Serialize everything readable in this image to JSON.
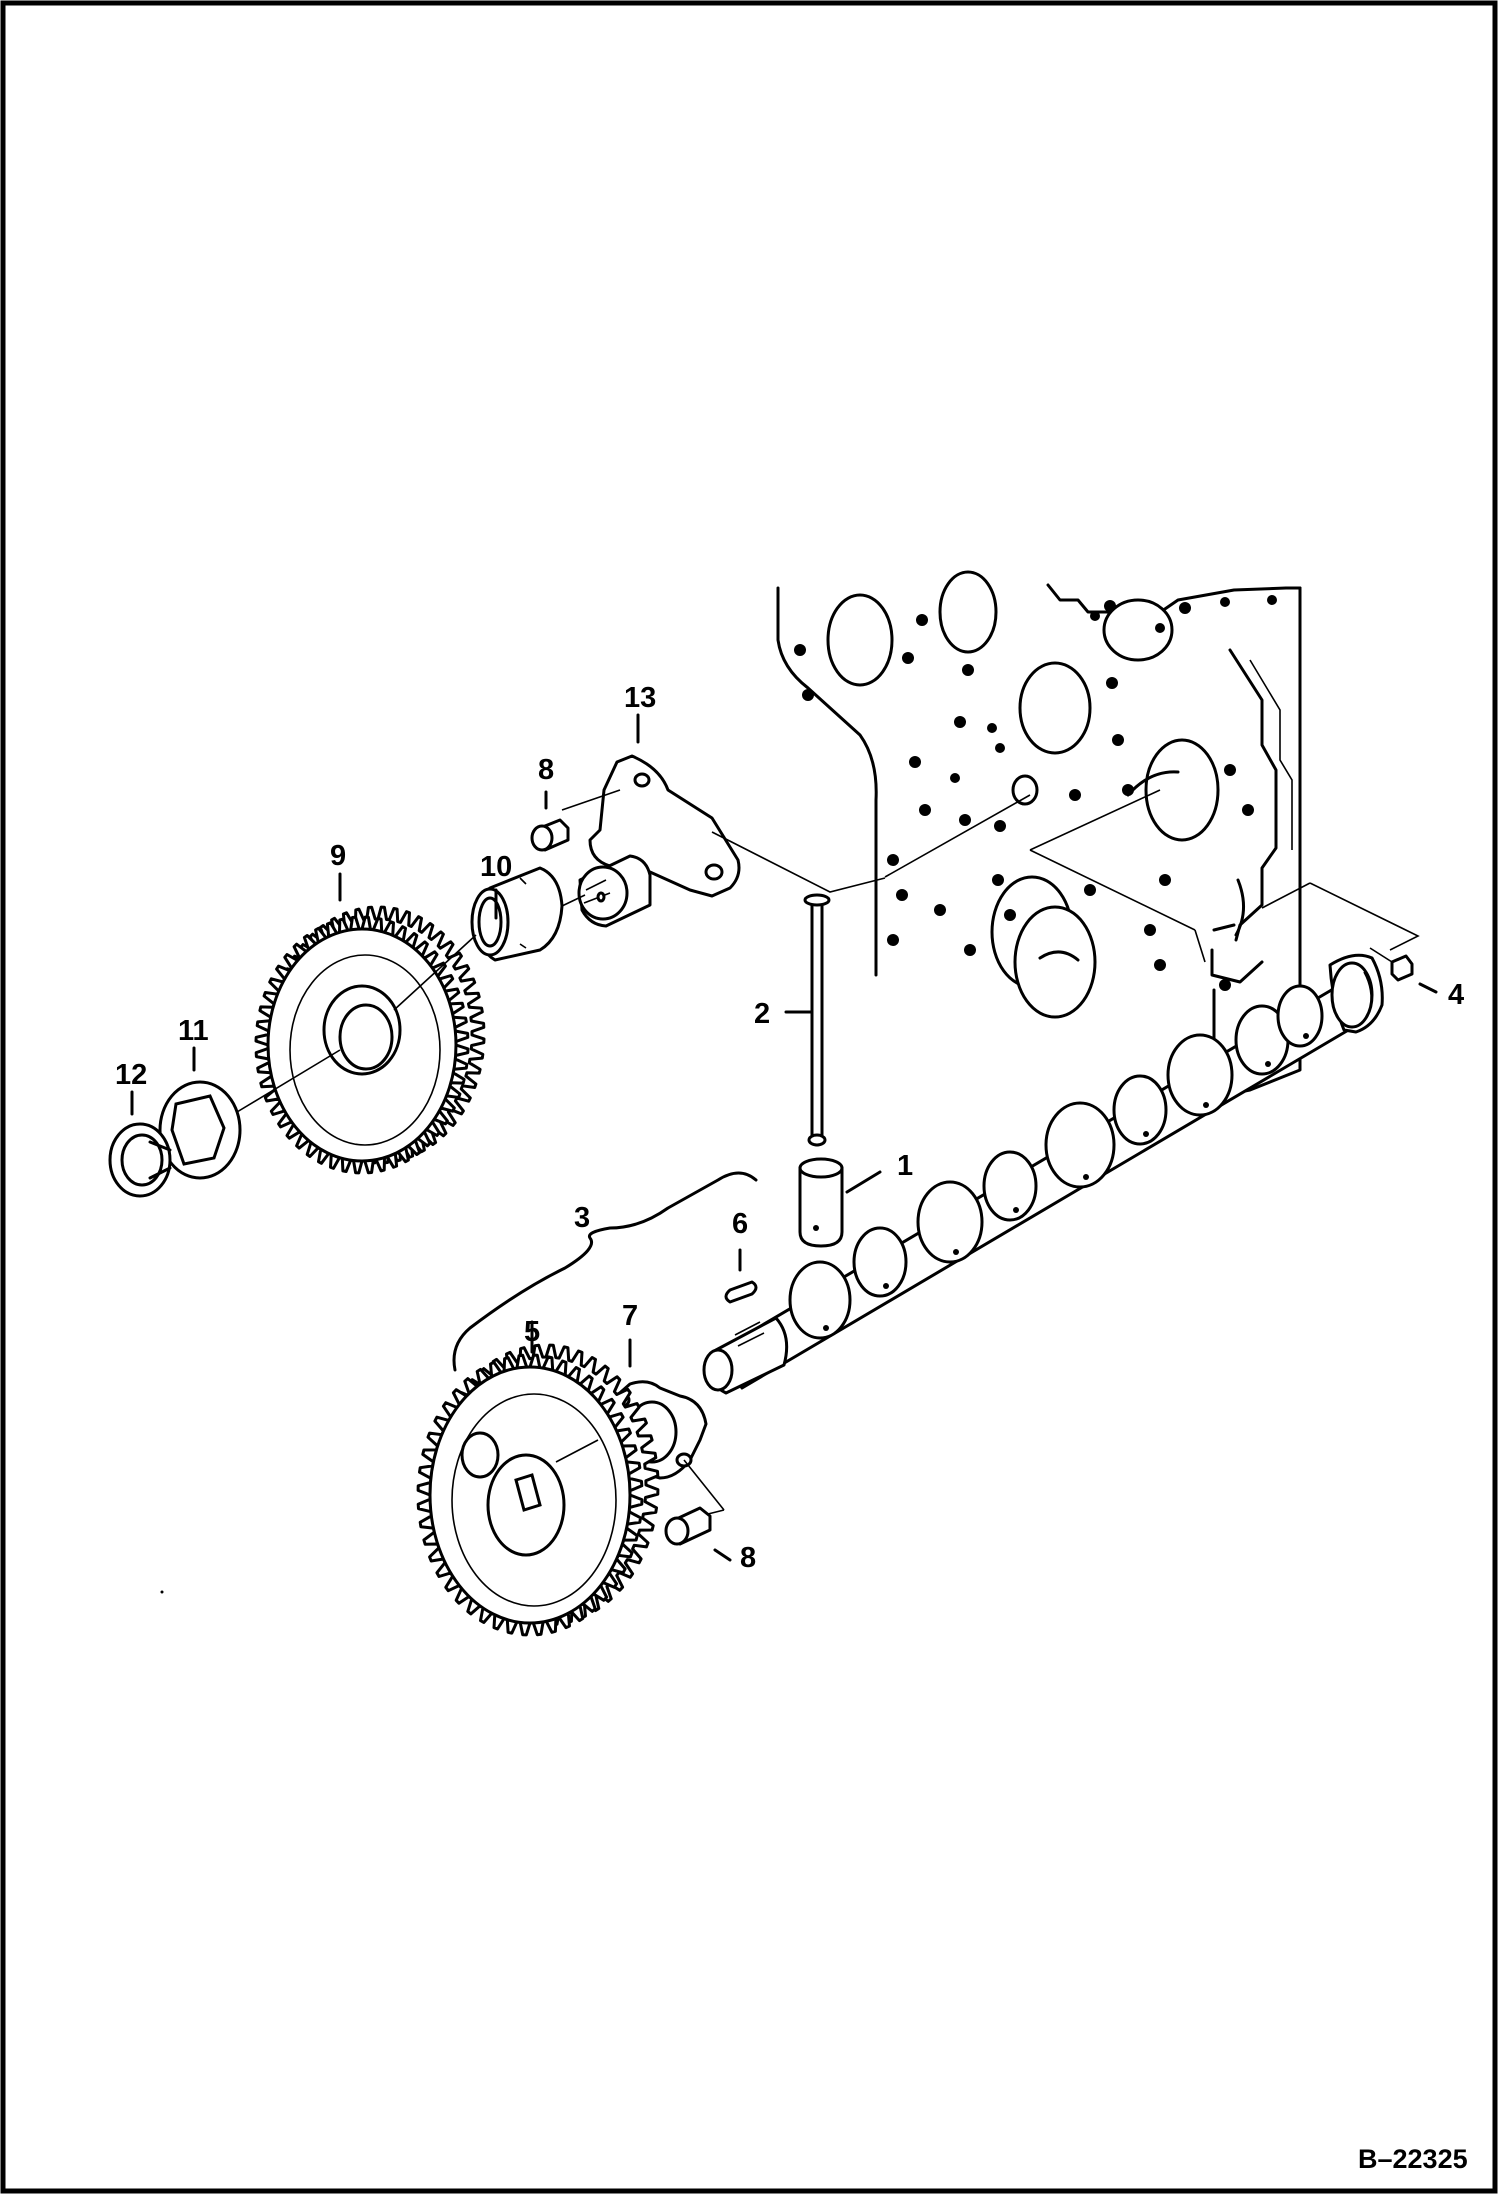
{
  "callouts": {
    "c1": "1",
    "c2": "2",
    "c3": "3",
    "c4": "4",
    "c5": "5",
    "c6": "6",
    "c7": "7",
    "c8a": "8",
    "c8b": "8",
    "c9": "9",
    "c10": "10",
    "c11": "11",
    "c12": "12",
    "c13": "13"
  },
  "drawing_id": "B–22325",
  "colors": {
    "line": "#000000",
    "background": "#ffffff"
  }
}
